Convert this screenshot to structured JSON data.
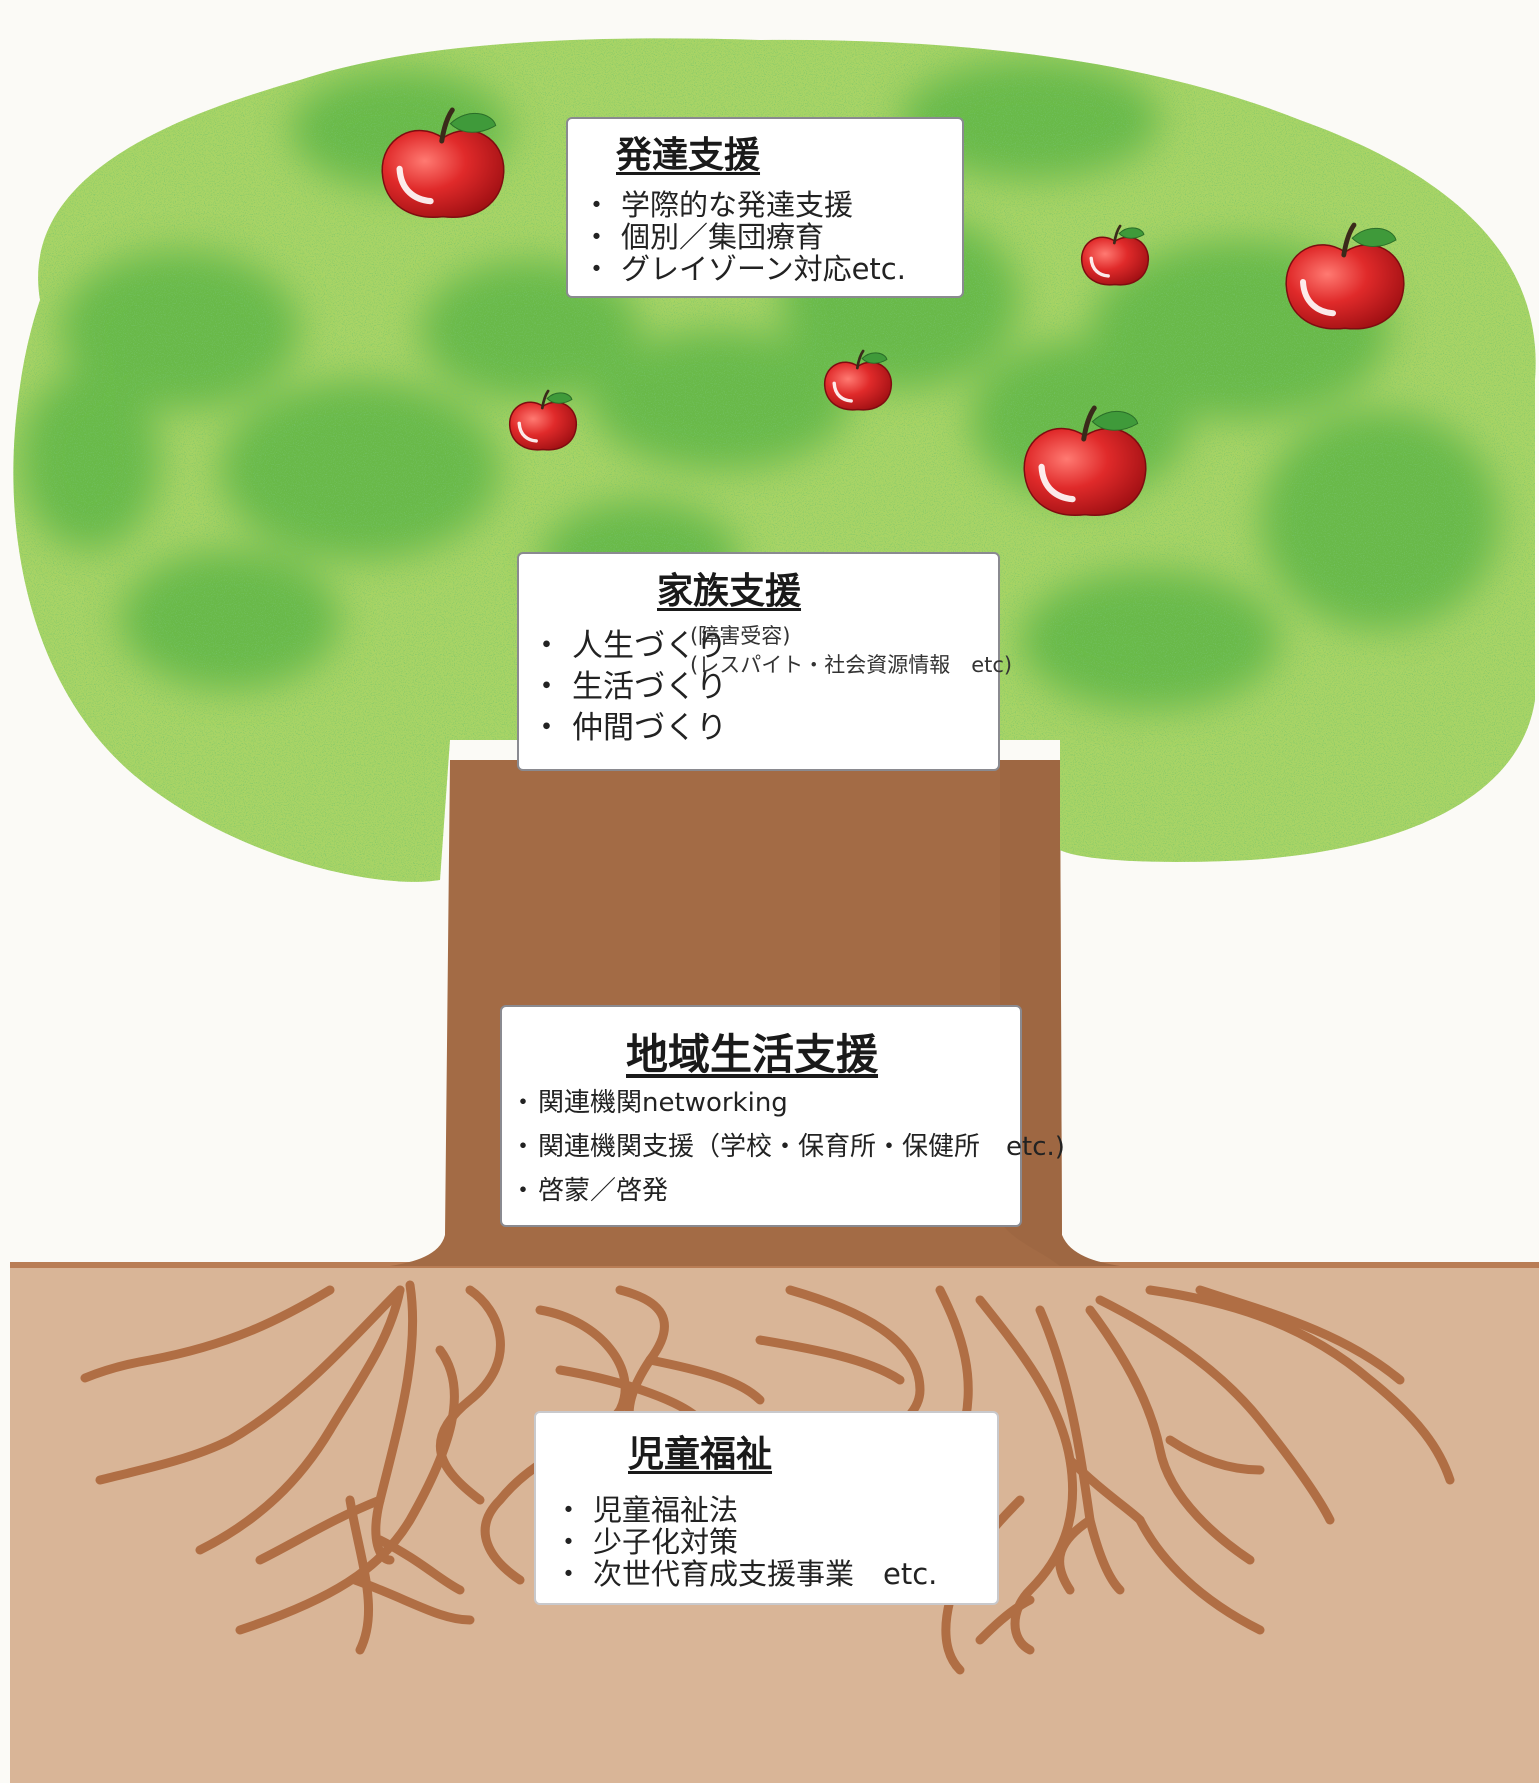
{
  "colors": {
    "foliage_light": "#a8d466",
    "foliage_dark": "#4caa3a",
    "trunk": "#a36b45",
    "soil": "#d9b597",
    "root": "#b06e44",
    "apple": "#d8282a",
    "leaf": "#3f9a3a"
  },
  "apples": [
    {
      "id": "apple-1",
      "icon": "apple-icon"
    },
    {
      "id": "apple-2",
      "icon": "apple-icon"
    },
    {
      "id": "apple-3",
      "icon": "apple-icon"
    },
    {
      "id": "apple-4",
      "icon": "apple-icon"
    },
    {
      "id": "apple-5",
      "icon": "apple-icon"
    },
    {
      "id": "apple-6",
      "icon": "apple-icon"
    }
  ],
  "panels": {
    "development": {
      "title": "発達支援",
      "items": [
        "学際的な発達支援",
        "個別／集団療育",
        "グレイゾーン対応etc."
      ]
    },
    "family": {
      "title": "家族支援",
      "items": [
        "人生づくり",
        "生活づくり",
        "仲間づくり"
      ],
      "notes": [
        "(障害受容)",
        "(レスパイト・社会資源情報　etc)"
      ]
    },
    "community": {
      "title": "地域生活支援",
      "items": [
        "関連機関networking",
        "関連機関支援（学校・保育所・保健所　etc.)",
        "啓蒙／啓発"
      ]
    },
    "child_welfare": {
      "title": "児童福祉",
      "items": [
        "児童福祉法",
        "少子化対策",
        "次世代育成支援事業　etc."
      ]
    }
  },
  "bullet": "・"
}
